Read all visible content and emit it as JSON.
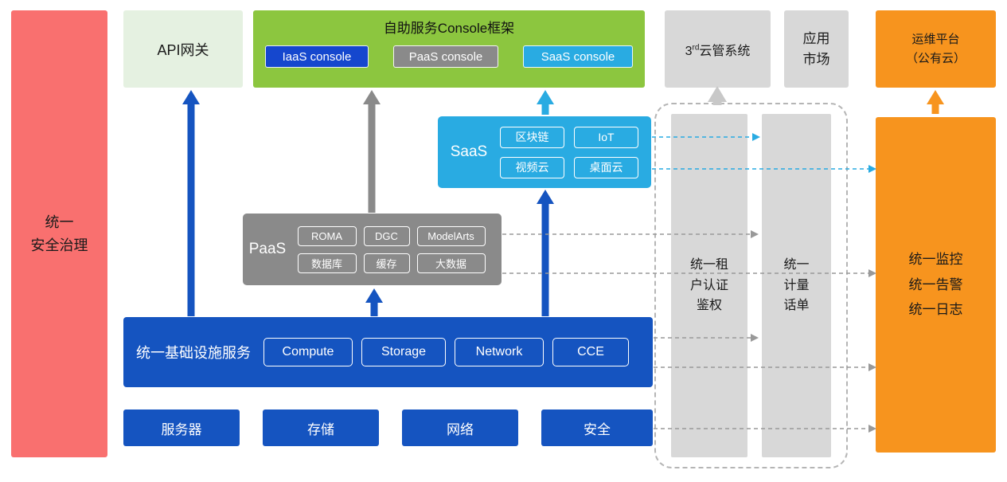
{
  "colors": {
    "red": "#F9706F",
    "light_green": "#E5F1E1",
    "green": "#8CC63F",
    "blue": "#1554C0",
    "cyan": "#29ABE2",
    "gray": "#8A8A8A",
    "light_gray": "#D8D8D8",
    "orange": "#F7941E"
  },
  "security_bar": {
    "label": "统一\n安全治理"
  },
  "api_gateway": {
    "label": "API网关"
  },
  "console_frame": {
    "title": "自助服务Console框架",
    "iaas": "IaaS console",
    "paas": "PaaS console",
    "saas": "SaaS console"
  },
  "third_party_cloud": {
    "prefix": "3",
    "sup": "rd",
    "rest": "云管系统"
  },
  "app_market": {
    "label": "应用\n市场"
  },
  "ops_platform": {
    "label": "运维平台\n（公有云）"
  },
  "saas_box": {
    "label": "SaaS",
    "items": [
      "区块链",
      "IoT",
      "视频云",
      "桌面云"
    ]
  },
  "paas_box": {
    "label": "PaaS",
    "items": [
      "ROMA",
      "DGC",
      "ModelArts",
      "数据库",
      "缓存",
      "大数据"
    ]
  },
  "infra_bar": {
    "label": "统一基础设施服务",
    "items": [
      "Compute",
      "Storage",
      "Network",
      "CCE"
    ]
  },
  "hardware": {
    "items": [
      "服务器",
      "存储",
      "网络",
      "安全"
    ]
  },
  "auth_bar": {
    "label": "统一租\n户认证\n鉴权"
  },
  "metering_bar": {
    "label": "统一\n计量\n话单"
  },
  "ops_box": {
    "label": "统一监控\n统一告警\n统一日志"
  }
}
